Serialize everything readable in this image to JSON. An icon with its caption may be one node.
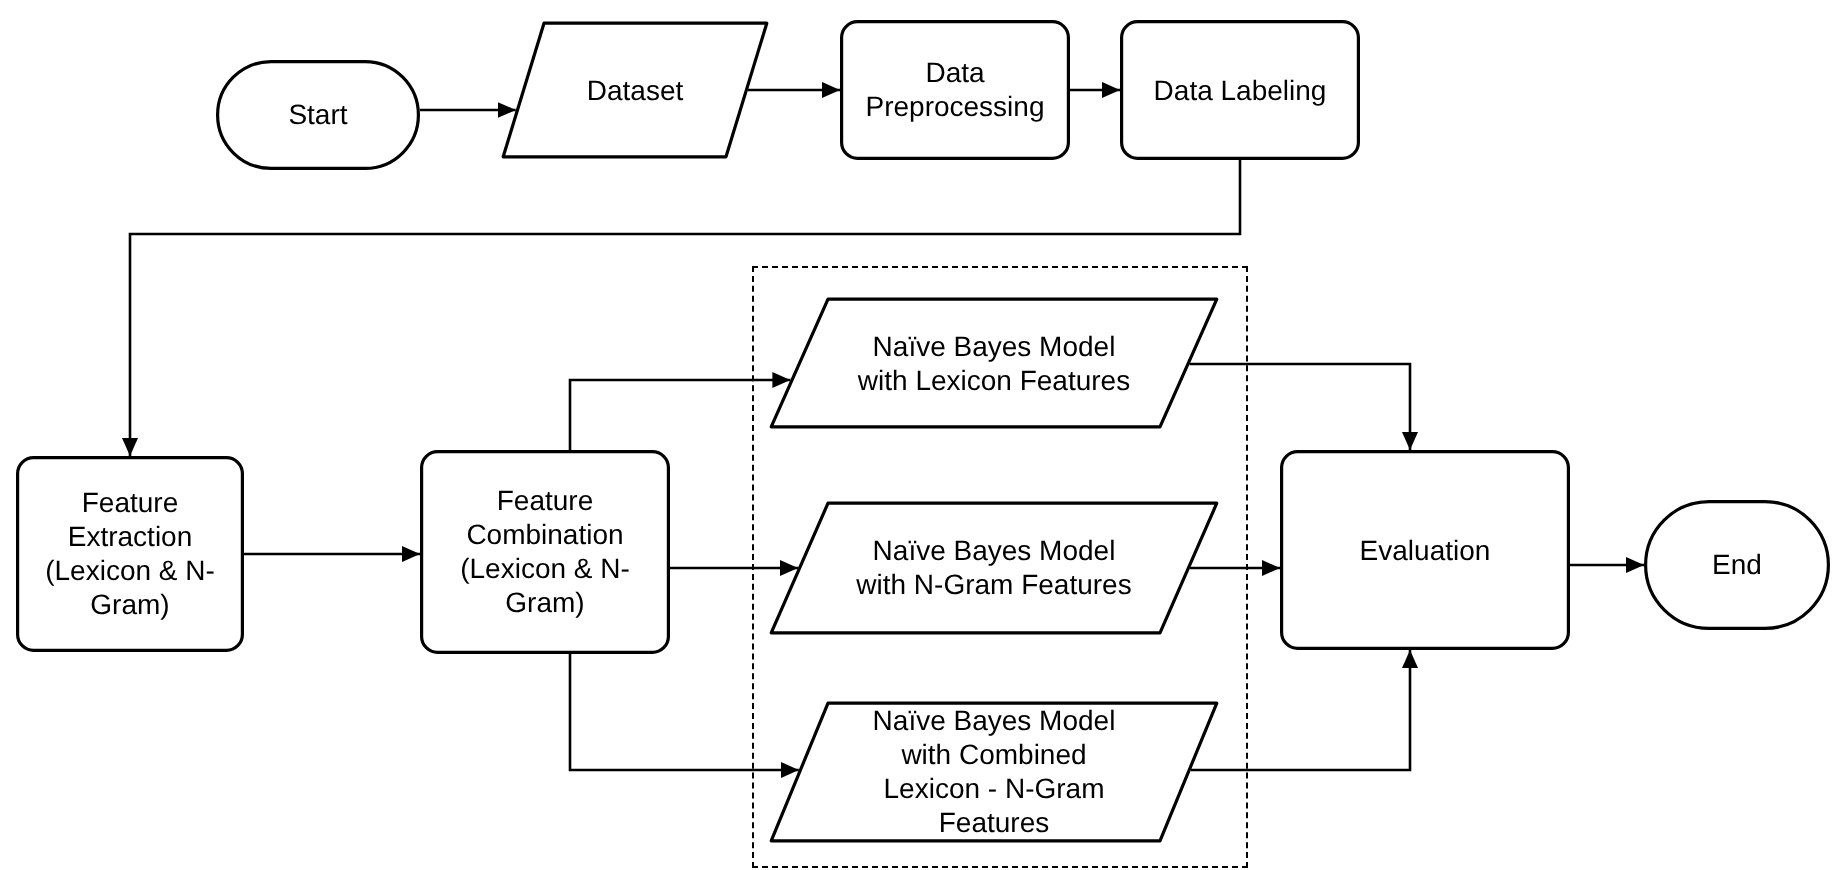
{
  "diagram": {
    "nodes": [
      {
        "text": [
          "Start"
        ]
      },
      {
        "text": [
          "Dataset"
        ]
      },
      {
        "text": [
          "Data Preprocessing"
        ]
      },
      {
        "text": [
          "Data Labeling"
        ]
      },
      {
        "text": [],
        "shape": "box"
      },
      {
        "text": [
          "Feature Extraction (Lexicon & N-Gram)"
        ]
      },
      {
        "text": [
          "Feature Combination (Lexicon & N-Gram)"
        ]
      },
      {
        "text": [
          "Naïve Bayes Model with Lexicon Features"
        ],
        "in": 4
      },
      {
        "text": [
          "Naïve Bayes Model with N-Gram Features"
        ],
        "in": 4
      },
      {
        "text": [
          "Naïve Bayes Model with Combined Lexicon - N-Gram Features"
        ],
        "in": 4
      },
      {
        "text": [
          "Evaluation"
        ]
      },
      {
        "text": [
          "End"
        ]
      }
    ],
    "edges": [
      {
        "from": 0,
        "to": 1,
        "arrow": "to"
      },
      {
        "from": 1,
        "to": 2,
        "arrow": "to"
      },
      {
        "from": 2,
        "to": 3,
        "arrow": "to"
      },
      {
        "from": 3,
        "to": 5,
        "arrow": "to"
      },
      {
        "from": 5,
        "to": 6,
        "arrow": "to"
      },
      {
        "from": 6,
        "to": 7,
        "arrow": "to"
      },
      {
        "from": 6,
        "to": 8,
        "arrow": "to"
      },
      {
        "from": 6,
        "to": 9,
        "arrow": "to"
      },
      {
        "from": 7,
        "to": 10,
        "arrow": "to"
      },
      {
        "from": 8,
        "to": 10,
        "arrow": "to"
      },
      {
        "from": 9,
        "to": 10,
        "arrow": "to"
      },
      {
        "from": 10,
        "to": 11,
        "arrow": "to"
      }
    ]
  }
}
